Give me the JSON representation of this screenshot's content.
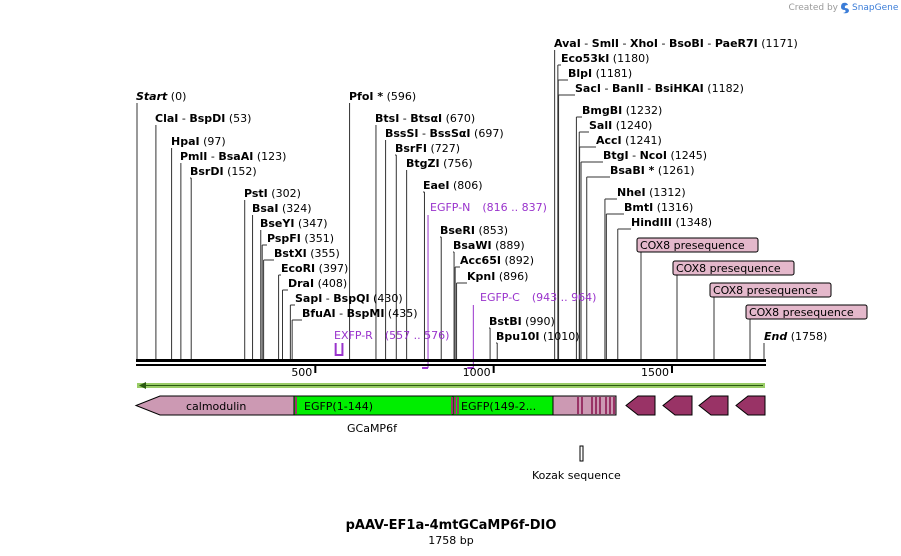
{
  "header": {
    "creator_text": "Created by",
    "brand_text": "SnapGene"
  },
  "plasmid": {
    "name": "pAAV-EF1a-4mtGCaMP6f-DIO",
    "length_label": "1758 bp",
    "length": 1758
  },
  "axis": {
    "ticks": [
      {
        "pos": 500,
        "label": "500"
      },
      {
        "pos": 1000,
        "label": "1000"
      },
      {
        "pos": 1500,
        "label": "1500"
      }
    ]
  },
  "sites": [
    {
      "pos": 0,
      "names": [
        "Start"
      ],
      "label": "(0)",
      "italic": true
    },
    {
      "pos": 53,
      "names": [
        "ClaI",
        "BspDI"
      ],
      "label": "(53)"
    },
    {
      "pos": 97,
      "names": [
        "HpaI"
      ],
      "label": "(97)"
    },
    {
      "pos": 123,
      "names": [
        "PmlI",
        "BsaAI"
      ],
      "label": "(123)"
    },
    {
      "pos": 152,
      "names": [
        "BsrDI"
      ],
      "label": "(152)"
    },
    {
      "pos": 302,
      "names": [
        "PstI"
      ],
      "label": "(302)"
    },
    {
      "pos": 324,
      "names": [
        "BsaI"
      ],
      "label": "(324)"
    },
    {
      "pos": 347,
      "names": [
        "BseYI"
      ],
      "label": "(347)"
    },
    {
      "pos": 351,
      "names": [
        "PspFI"
      ],
      "label": "(351)"
    },
    {
      "pos": 355,
      "names": [
        "BstXI"
      ],
      "label": "(355)"
    },
    {
      "pos": 397,
      "names": [
        "EcoRI"
      ],
      "label": "(397)"
    },
    {
      "pos": 408,
      "names": [
        "DraI"
      ],
      "label": "(408)"
    },
    {
      "pos": 430,
      "names": [
        "SapI",
        "BspQI"
      ],
      "label": "(430)"
    },
    {
      "pos": 435,
      "names": [
        "BfuAI",
        "BspMI"
      ],
      "label": "(435)"
    },
    {
      "pos": 596,
      "names": [
        "PfoI *"
      ],
      "label": "(596)"
    },
    {
      "pos": 670,
      "names": [
        "BtsI",
        "BtsαI"
      ],
      "label": "(670)"
    },
    {
      "pos": 697,
      "names": [
        "BssSI",
        "BssSαI"
      ],
      "label": "(697)"
    },
    {
      "pos": 727,
      "names": [
        "BsrFI"
      ],
      "label": "(727)"
    },
    {
      "pos": 756,
      "names": [
        "BtgZI"
      ],
      "label": "(756)"
    },
    {
      "pos": 806,
      "names": [
        "EaeI"
      ],
      "label": "(806)"
    },
    {
      "pos": 853,
      "names": [
        "BseRI"
      ],
      "label": "(853)"
    },
    {
      "pos": 889,
      "names": [
        "BsaWI"
      ],
      "label": "(889)"
    },
    {
      "pos": 892,
      "names": [
        "Acc65I"
      ],
      "label": "(892)"
    },
    {
      "pos": 896,
      "names": [
        "KpnI"
      ],
      "label": "(896)"
    },
    {
      "pos": 990,
      "names": [
        "BstBI"
      ],
      "label": "(990)"
    },
    {
      "pos": 1010,
      "names": [
        "Bpu10I"
      ],
      "label": "(1010)"
    },
    {
      "pos": 1171,
      "names": [
        "AvaI",
        "SmlI",
        "XhoI",
        "BsoBI",
        "PaeR7I"
      ],
      "label": "(1171)"
    },
    {
      "pos": 1180,
      "names": [
        "Eco53kI"
      ],
      "label": "(1180)"
    },
    {
      "pos": 1181,
      "names": [
        "BlpI"
      ],
      "label": "(1181)"
    },
    {
      "pos": 1182,
      "names": [
        "SacI",
        "BanII",
        "BsiHKAI"
      ],
      "label": "(1182)"
    },
    {
      "pos": 1232,
      "names": [
        "BmgBI"
      ],
      "label": "(1232)"
    },
    {
      "pos": 1240,
      "names": [
        "SalI"
      ],
      "label": "(1240)"
    },
    {
      "pos": 1241,
      "names": [
        "AccI"
      ],
      "label": "(1241)"
    },
    {
      "pos": 1245,
      "names": [
        "BtgI",
        "NcoI"
      ],
      "label": "(1245)"
    },
    {
      "pos": 1261,
      "names": [
        "BsaBI *"
      ],
      "label": "(1261)"
    },
    {
      "pos": 1312,
      "names": [
        "NheI"
      ],
      "label": "(1312)"
    },
    {
      "pos": 1316,
      "names": [
        "BmtI"
      ],
      "label": "(1316)"
    },
    {
      "pos": 1348,
      "names": [
        "HindIII"
      ],
      "label": "(1348)"
    },
    {
      "pos": 1758,
      "names": [
        "End"
      ],
      "label": "(1758)",
      "italic": true
    }
  ],
  "primers": [
    {
      "name": "EGFP-N",
      "range": "(816 .. 837)",
      "start": 816,
      "end": 837,
      "dir": "fwd"
    },
    {
      "name": "EXFP-R",
      "range": "(557 .. 576)",
      "start": 557,
      "end": 576,
      "dir": "rev"
    },
    {
      "name": "EGFP-C",
      "range": "(943 .. 964)",
      "start": 943,
      "end": 964,
      "dir": "fwd"
    }
  ],
  "features": {
    "presequence_label": "COX8 presequence",
    "gcamp_label": "GCaMP6f",
    "calmodulin_label": "calmodulin",
    "egfp1_label": "EGFP(1-144)",
    "egfp2_label": "EGFP(149-2...",
    "kozak_label": "Kozak sequence",
    "colors": {
      "calmodulin": "#cc99b3",
      "egfp": "#00ee00",
      "cox8": "#993366",
      "cox8_label_bg": "#e4b8cb",
      "backbone": "#99cc66"
    }
  }
}
